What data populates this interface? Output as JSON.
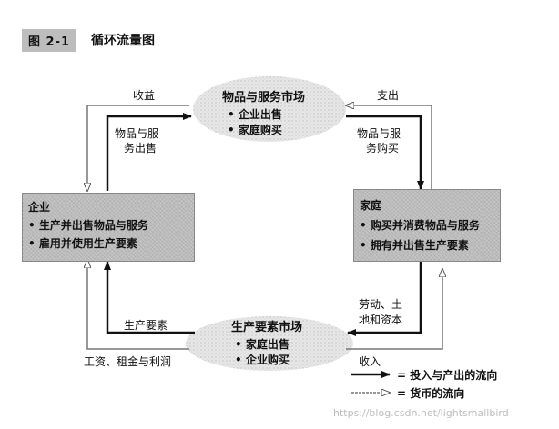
{
  "figure": {
    "tag": "图 2-1",
    "title": "循环流量图"
  },
  "product_market": {
    "title": "物品与服务市场",
    "items": [
      "• 企业出售",
      "• 家庭购买"
    ]
  },
  "factor_market": {
    "title": "生产要素市场",
    "items": [
      "• 家庭出售",
      "• 企业购买"
    ]
  },
  "firms": {
    "title": "企业",
    "items": [
      "• 生产并出售物品与服务",
      "• 雇用并使用生产要素"
    ]
  },
  "households": {
    "title": "家庭",
    "items": [
      "• 购买并消费物品与服务",
      "• 拥有并出售生产要素"
    ]
  },
  "flows": {
    "revenue": "收益",
    "spending": "支出",
    "goods_sold": [
      "物品与服",
      "务出售"
    ],
    "goods_bought": [
      "物品与服",
      "务购买"
    ],
    "labor": [
      "劳动、土",
      "地和资本"
    ],
    "factors": "生产要素",
    "income": "收入",
    "wages": "工资、租金与利润"
  },
  "legend": {
    "goods_flow": "= 投入与产出的流向",
    "money_flow": "= 货币的流向"
  },
  "watermark": "https://blog.csdn.net/lightsmallbird",
  "colors": {
    "box_fill": "#c4c4c4",
    "flow_solid": "#111111",
    "flow_money": "#777777"
  }
}
